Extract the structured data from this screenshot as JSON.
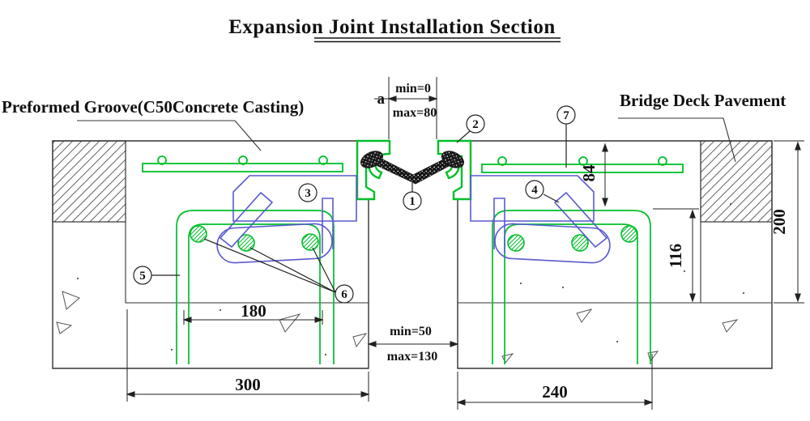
{
  "title": "Expansion Joint Installation Section",
  "labels": {
    "preformed_groove": "Preformed Groove(C50Concrete Casting)",
    "bridge_deck_pavement": "Bridge Deck Pavement"
  },
  "dimensions": {
    "gap_top": {
      "prefix": "a",
      "min": "min=0",
      "max": "max=80"
    },
    "gap_bottom": {
      "min": "min=50",
      "max": "max=130"
    },
    "anchor_spacing": "180",
    "left_block_width": "300",
    "right_block_width": "240",
    "upper_depth": "84",
    "lower_depth": "116",
    "total_depth": "200"
  },
  "balloons": [
    {
      "num": "1"
    },
    {
      "num": "2"
    },
    {
      "num": "3"
    },
    {
      "num": "4"
    },
    {
      "num": "5"
    },
    {
      "num": "6"
    },
    {
      "num": "7"
    }
  ],
  "colors": {
    "steel_green": "#00bf2a",
    "anchor_blue": "#5a5ad0",
    "outline": "#333333",
    "hatch": "#666666"
  }
}
